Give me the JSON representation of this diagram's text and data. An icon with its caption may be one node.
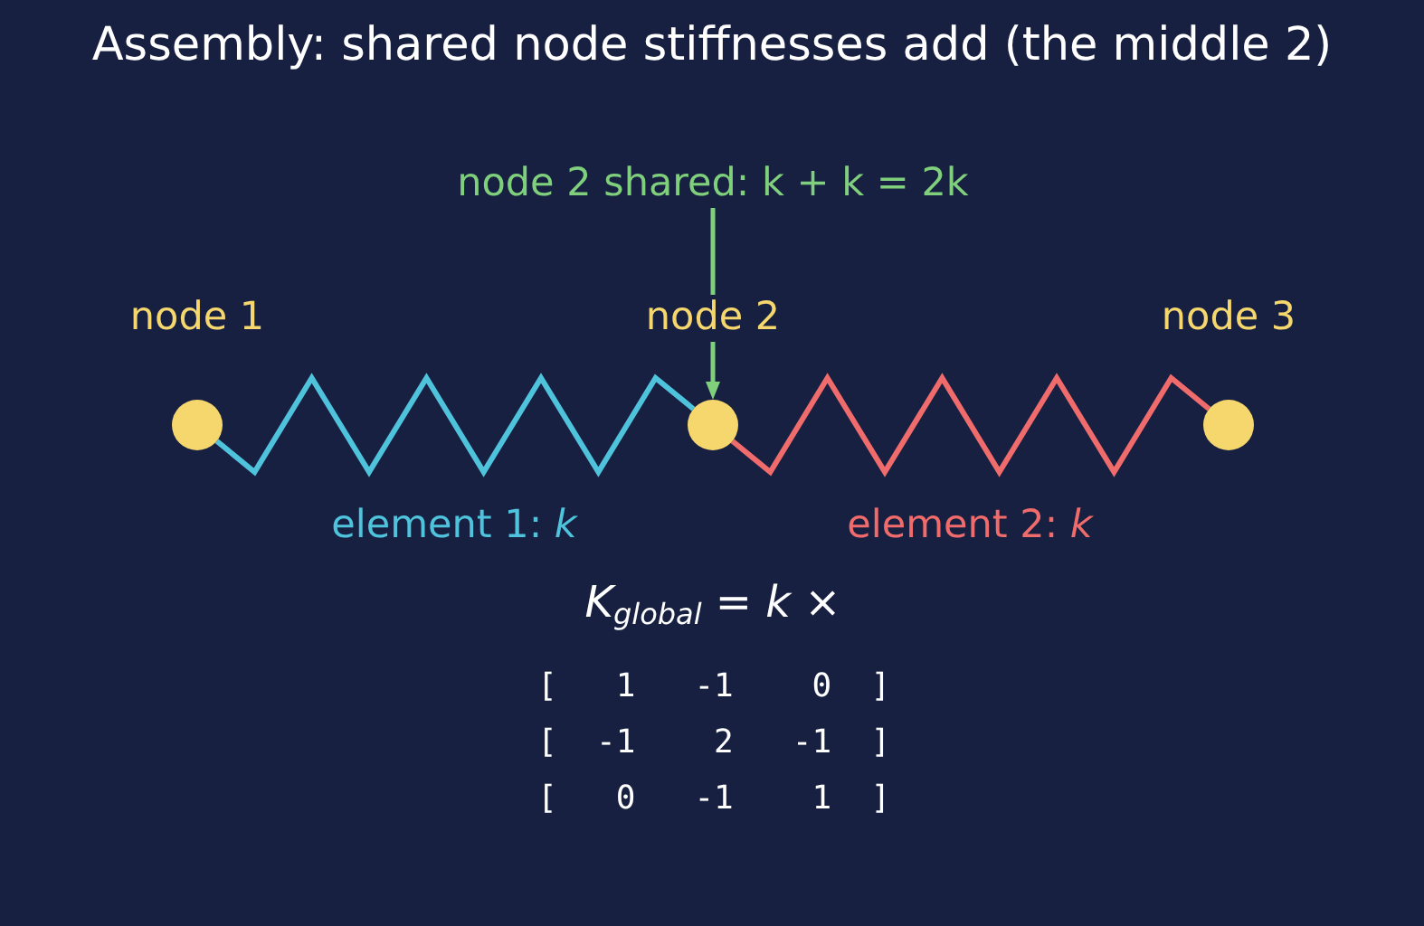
{
  "diagram": {
    "title": "Assembly: shared node stiffnesses add (the middle 2)",
    "nodes": [
      {
        "text": [],
        "shape": "circle",
        "beside": [
          "node 1"
        ]
      },
      {
        "text": [],
        "shape": "circle",
        "beside": [
          "node 2"
        ]
      },
      {
        "text": [],
        "shape": "circle",
        "beside": [
          "node 3"
        ]
      },
      {
        "text": [
          "node 2 shared: k + k = 2k"
        ]
      }
    ],
    "edges": [
      {
        "from": 0,
        "to": 1,
        "arrow": "none",
        "label": "element 1: *k*",
        "color": "#4fc3dc"
      },
      {
        "from": 1,
        "to": 2,
        "arrow": "none",
        "label": "element 2: *k*",
        "color": "#f06b6b"
      },
      {
        "from": 3,
        "to": 1,
        "arrow": "to",
        "color": "#7fcf7c"
      }
    ],
    "labels": [
      "*K*$_{global}$ = *k* ×",
      "[   1   -1    0  ]",
      "[  -1    2   -1  ]",
      "[   0   -1    1  ]"
    ]
  }
}
